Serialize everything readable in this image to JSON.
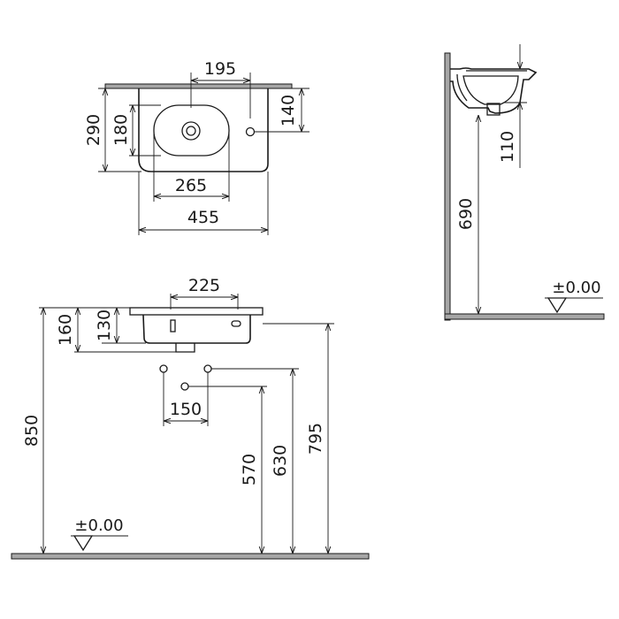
{
  "top_view": {
    "dim_195": "195",
    "dim_290": "290",
    "dim_180": "180",
    "dim_140": "140",
    "dim_265": "265",
    "dim_455": "455"
  },
  "side_view": {
    "dim_110": "110",
    "dim_690": "690",
    "level": "±0.00"
  },
  "front_view": {
    "dim_225": "225",
    "dim_160": "160",
    "dim_130": "130",
    "dim_150": "150",
    "dim_850": "850",
    "dim_570": "570",
    "dim_630": "630",
    "dim_795": "795",
    "level": "±0.00"
  }
}
